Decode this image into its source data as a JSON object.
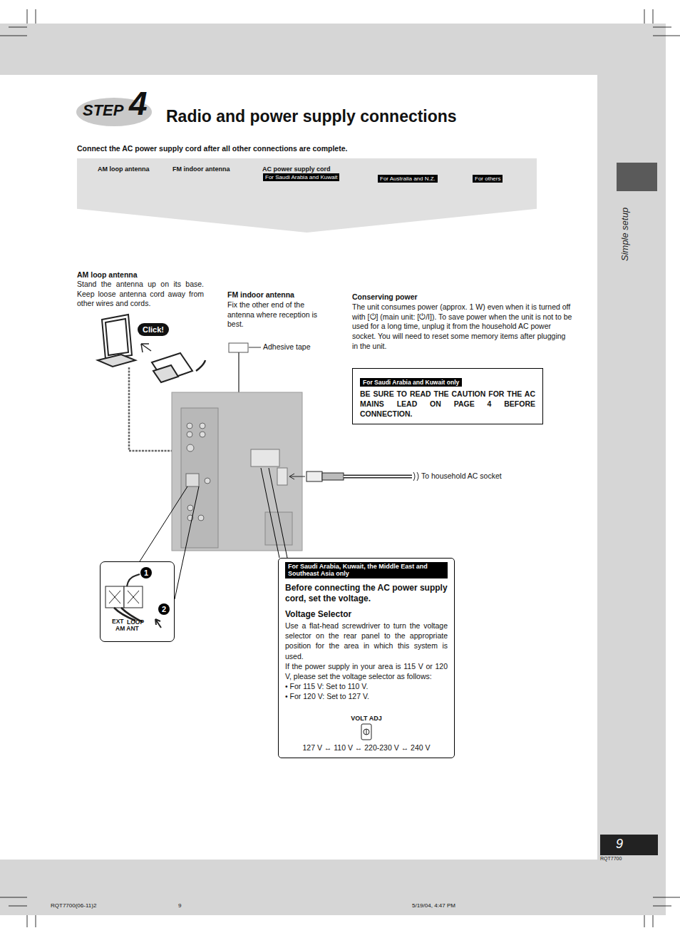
{
  "diagram": {
    "title": "Radio and power supply connections",
    "nodes": [
      {
        "text": [
          "AM loop antenna",
          "FM indoor antenna",
          "AC power supply cord"
        ]
      },
      {
        "text": [
          "For Saudi Arabia and Kuwait"
        ],
        "in": 0
      },
      {
        "text": [
          "For Australia and N.Z."
        ],
        "in": 0
      },
      {
        "text": [
          "For others"
        ],
        "in": 0
      },
      {
        "text": [
          "Click!"
        ]
      },
      {
        "text": [
          "For Saudi Arabia and Kuwait only",
          "BE SURE TO READ THE CAUTION FOR THE AC MAINS LEAD ON PAGE 4 BEFORE CONNECTION."
        ]
      },
      {
        "text": [
          "For Saudi Arabia, Kuwait, the Middle East and Southeast Asia only",
          "Before connecting the AC power supply cord, set the voltage.",
          "Voltage Selector",
          "Use a flat-head screwdriver to turn the voltage selector on the rear panel to the appropriate position for the area in which this system is used.",
          "If the power supply in your area is 115 V or 120 V, please set the voltage selector as follows:",
          "• For 115 V: Set to 110 V.",
          "• For 120 V: Set to 127 V.",
          "VOLT ADJ",
          "127 V ↔ 110 V ↔ 220-230 V ↔ 240 V"
        ]
      },
      {
        "text": [
          "EXT",
          "LOOP",
          "AM ANT"
        ]
      },
      {
        "text": [
          "9"
        ]
      }
    ],
    "labels": [
      "STEP",
      "4",
      "Connect the AC power supply cord after all other connections are complete.",
      "Simple setup",
      "AM loop antenna",
      "Stand the antenna up on its base. Keep loose antenna cord away from other wires and cords.",
      "FM indoor antenna",
      "Fix the other end of the antenna where reception is best.",
      "Adhesive tape",
      "Conserving power",
      "The unit consumes power (approx. 1 W) even when it is turned off with [⏻] (main unit: [⏻/I]). To save power when the unit is not to be used for a long time, unplug it from the household AC power socket. You will need to reset some memory items after plugging in the unit.",
      "To household AC socket",
      "RQT7700",
      "RQT7700(06-11)2",
      "9",
      "5/19/04, 4:47 PM",
      "1",
      "2"
    ]
  }
}
